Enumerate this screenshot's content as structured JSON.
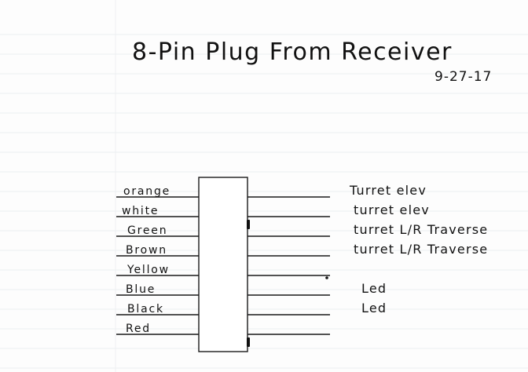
{
  "title": "8-Pin Plug From Receiver",
  "date": "9-27-17",
  "pins": [
    {
      "wire": "orange",
      "function": "Turret elev",
      "notch": false,
      "pin_mark": false
    },
    {
      "wire": "white",
      "function": "turret elev",
      "notch": true,
      "pin_mark": false
    },
    {
      "wire": "Green",
      "function": "turret L/R Traverse",
      "notch": false,
      "pin_mark": false
    },
    {
      "wire": "Brown",
      "function": "turret L/R Traverse",
      "notch": false,
      "pin_mark": false
    },
    {
      "wire": "Yellow",
      "function": "",
      "notch": false,
      "pin_mark": true
    },
    {
      "wire": "Blue",
      "function": "Led",
      "notch": false,
      "pin_mark": false
    },
    {
      "wire": "Black",
      "function": "Led",
      "notch": false,
      "pin_mark": false
    },
    {
      "wire": "Red",
      "function": "",
      "notch": true,
      "pin_mark": false
    }
  ]
}
